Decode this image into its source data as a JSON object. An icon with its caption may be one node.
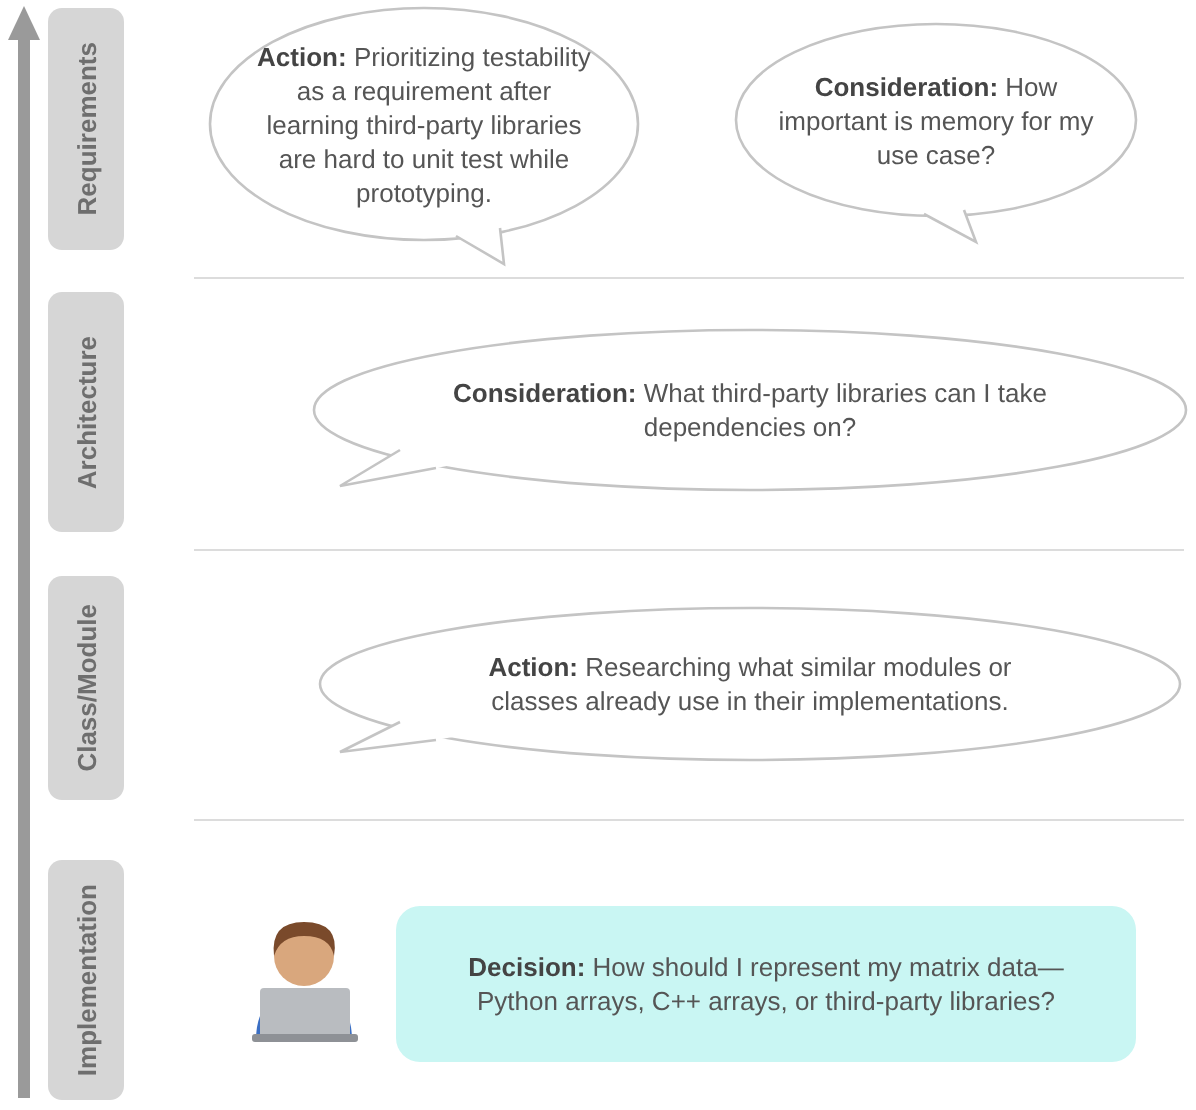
{
  "diagram": {
    "nodes": [
      {
        "text": [
          "Requirements"
        ]
      },
      {
        "text": [
          "**Action:** Prioritizing testability as a requirement after learning third-party libraries are hard to unit test while prototyping."
        ]
      },
      {
        "text": [
          "**Consideration:** How important is memory for my use case?"
        ]
      },
      {
        "text": [
          "Architecture"
        ]
      },
      {
        "text": [
          "**Consideration:** What third-party libraries can I take dependencies on?"
        ]
      },
      {
        "text": [
          "Class/Module"
        ]
      },
      {
        "text": [
          "**Action:** Researching what similar modules or classes already use in their implementations."
        ]
      },
      {
        "text": [
          "Implementation"
        ]
      },
      {
        "text": [
          "**Decision:** How should I represent my matrix data— Python arrays, C++ arrays, or third-party libraries?"
        ]
      }
    ]
  }
}
